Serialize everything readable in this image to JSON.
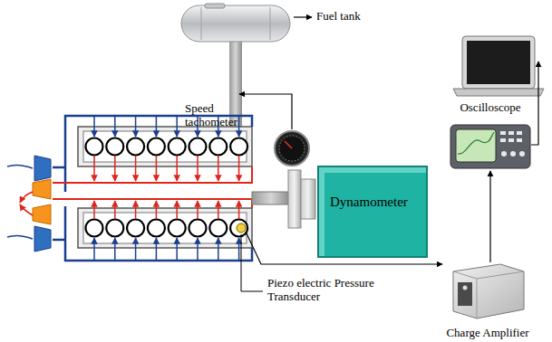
{
  "diagram": {
    "nodes": [
      {
        "text": [
          "Oscilloscope"
        ]
      },
      {
        "text": [
          "Charge Amplifier"
        ]
      },
      {
        "text": [
          "Dynamometer"
        ]
      }
    ],
    "edges": [
      {
        "from": 1,
        "to": 0,
        "arrow": "to"
      }
    ],
    "labels": [
      "Fuel tank",
      "Speed tachometer",
      "Piezo electric Pressure Transducer"
    ]
  }
}
